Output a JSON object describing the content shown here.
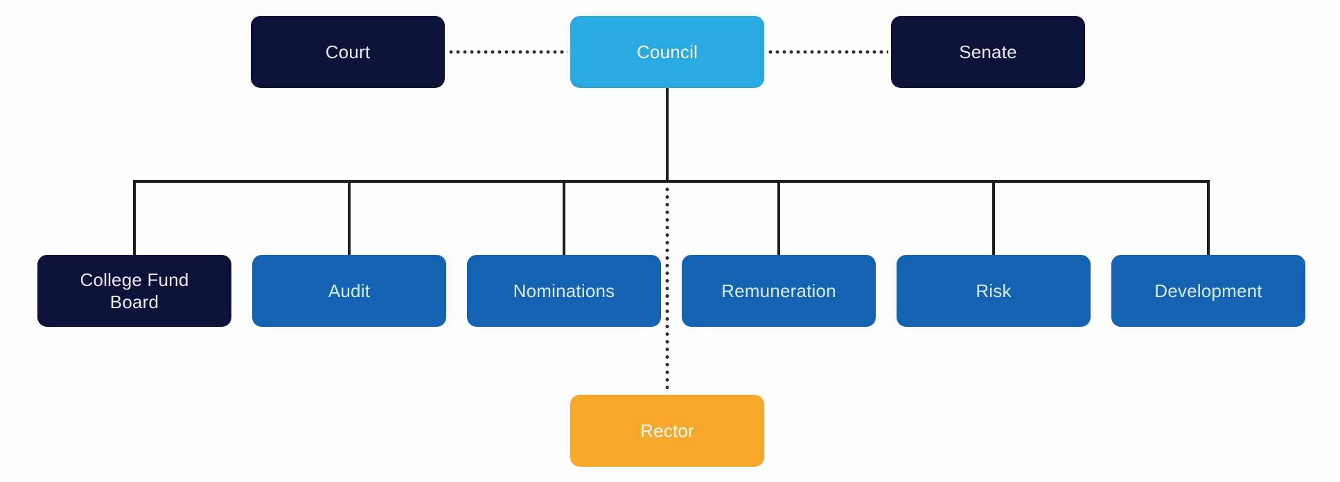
{
  "diagram": {
    "type": "org-chart",
    "background_color": "#fdfdfd",
    "line_color": "#1f1f1f",
    "colors": {
      "navy": "#0d1238",
      "cyan_blue": "#29a9e1",
      "medium_blue": "#1363b2",
      "orange": "#f8a828"
    },
    "nodes": {
      "court": {
        "label": "Court",
        "fill": "#0d1238",
        "text_color": "#e8ebf4"
      },
      "council": {
        "label": "Council",
        "fill": "#29a9e1",
        "text_color": "#ffffff"
      },
      "senate": {
        "label": "Senate",
        "fill": "#0d1238",
        "text_color": "#e8ebf4"
      },
      "college_fund_board": {
        "label": "College Fund Board",
        "fill": "#0d1238",
        "text_color": "#e8ebf4"
      },
      "audit": {
        "label": "Audit",
        "fill": "#1363b2",
        "text_color": "#d9ecfa"
      },
      "nominations": {
        "label": "Nominations",
        "fill": "#1363b2",
        "text_color": "#d9ecfa"
      },
      "remuneration": {
        "label": "Remuneration",
        "fill": "#1363b2",
        "text_color": "#d9ecfa"
      },
      "risk": {
        "label": "Risk",
        "fill": "#1363b2",
        "text_color": "#d9ecfa"
      },
      "development": {
        "label": "Development",
        "fill": "#1363b2",
        "text_color": "#d9ecfa"
      },
      "rector": {
        "label": "Rector",
        "fill": "#f8a828",
        "text_color": "#ffffff"
      }
    },
    "edges": [
      {
        "from": "court",
        "to": "council",
        "style": "dotted"
      },
      {
        "from": "council",
        "to": "senate",
        "style": "dotted"
      },
      {
        "from": "council",
        "to": "college_fund_board",
        "style": "solid"
      },
      {
        "from": "council",
        "to": "audit",
        "style": "solid"
      },
      {
        "from": "council",
        "to": "nominations",
        "style": "solid"
      },
      {
        "from": "council",
        "to": "remuneration",
        "style": "solid"
      },
      {
        "from": "council",
        "to": "risk",
        "style": "solid"
      },
      {
        "from": "council",
        "to": "development",
        "style": "solid"
      },
      {
        "from": "council",
        "to": "rector",
        "style": "dotted"
      }
    ]
  }
}
